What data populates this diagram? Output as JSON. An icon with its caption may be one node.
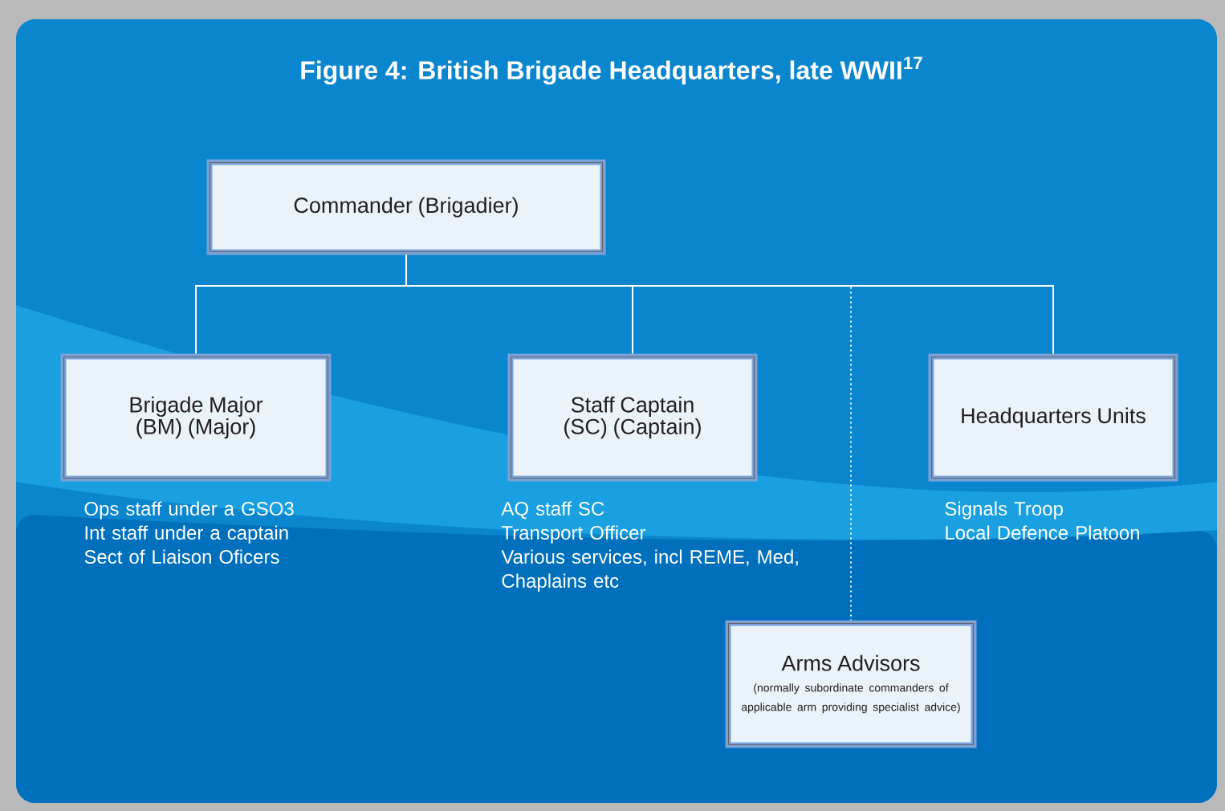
{
  "diagram": {
    "title": "Figure 4: British Brigade Headquarters, late WWII$^{17}$",
    "nodes": [
      {
        "text": [
          "Commander (Brigadier)"
        ]
      },
      {
        "text": [
          "Brigade Major (BM) (Major)"
        ],
        "beside": [
          "Ops staff under a GSO3",
          "Int staff under a captain",
          "Sect of Liaison Oficers"
        ]
      },
      {
        "text": [
          "Staff Captain (SC) (Captain)"
        ],
        "beside": [
          "AQ staff SC",
          "Transport Officer",
          "Various services, incl REME, Med, Chaplains etc"
        ]
      },
      {
        "text": [
          "Headquarters Units"
        ],
        "beside": [
          "Signals Troop",
          "Local Defence Platoon"
        ]
      },
      {
        "text": [
          "Arms Advisors",
          "(normally subordinate commanders of applicable arm providing specialist advice)"
        ]
      }
    ],
    "edges": [
      {
        "from": 0,
        "to": 1,
        "arrow": "none"
      },
      {
        "from": 0,
        "to": 2,
        "arrow": "none"
      },
      {
        "from": 0,
        "to": 3,
        "arrow": "none"
      },
      {
        "from": 0,
        "to": 4,
        "arrow": "none",
        "style": "dashed"
      }
    ]
  }
}
